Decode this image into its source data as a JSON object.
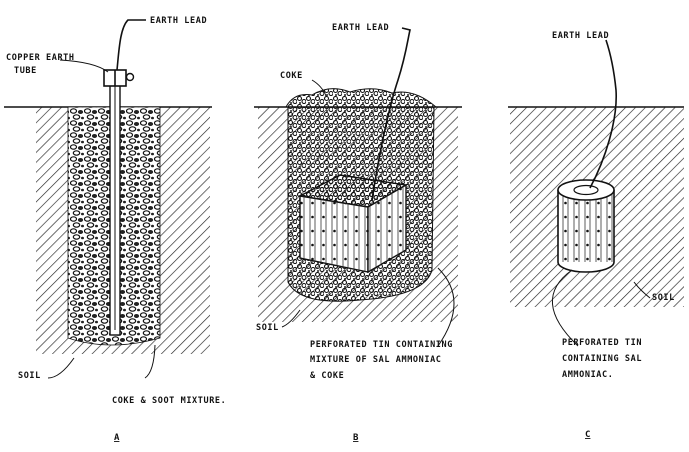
{
  "diagrams": [
    {
      "caption": "A",
      "labels": {
        "earth_lead": "EARTH LEAD",
        "tube_line1": "COPPER EARTH",
        "tube_line2": "TUBE",
        "soil": "SOIL",
        "mixture": "COKE & SOOT MIXTURE."
      }
    },
    {
      "caption": "B",
      "labels": {
        "earth_lead": "EARTH LEAD",
        "coke": "COKE",
        "soil": "SOIL",
        "tin_line1": "PERFORATED TIN CONTAINING",
        "tin_line2": "MIXTURE OF SAL AMMONIAC",
        "tin_line3": "& COKE"
      }
    },
    {
      "caption": "C",
      "labels": {
        "earth_lead": "EARTH LEAD",
        "soil": "SOIL",
        "tin_line1": "PERFORATED TIN",
        "tin_line2": "CONTAINING SAL",
        "tin_line3": "AMMONIAC."
      }
    }
  ]
}
